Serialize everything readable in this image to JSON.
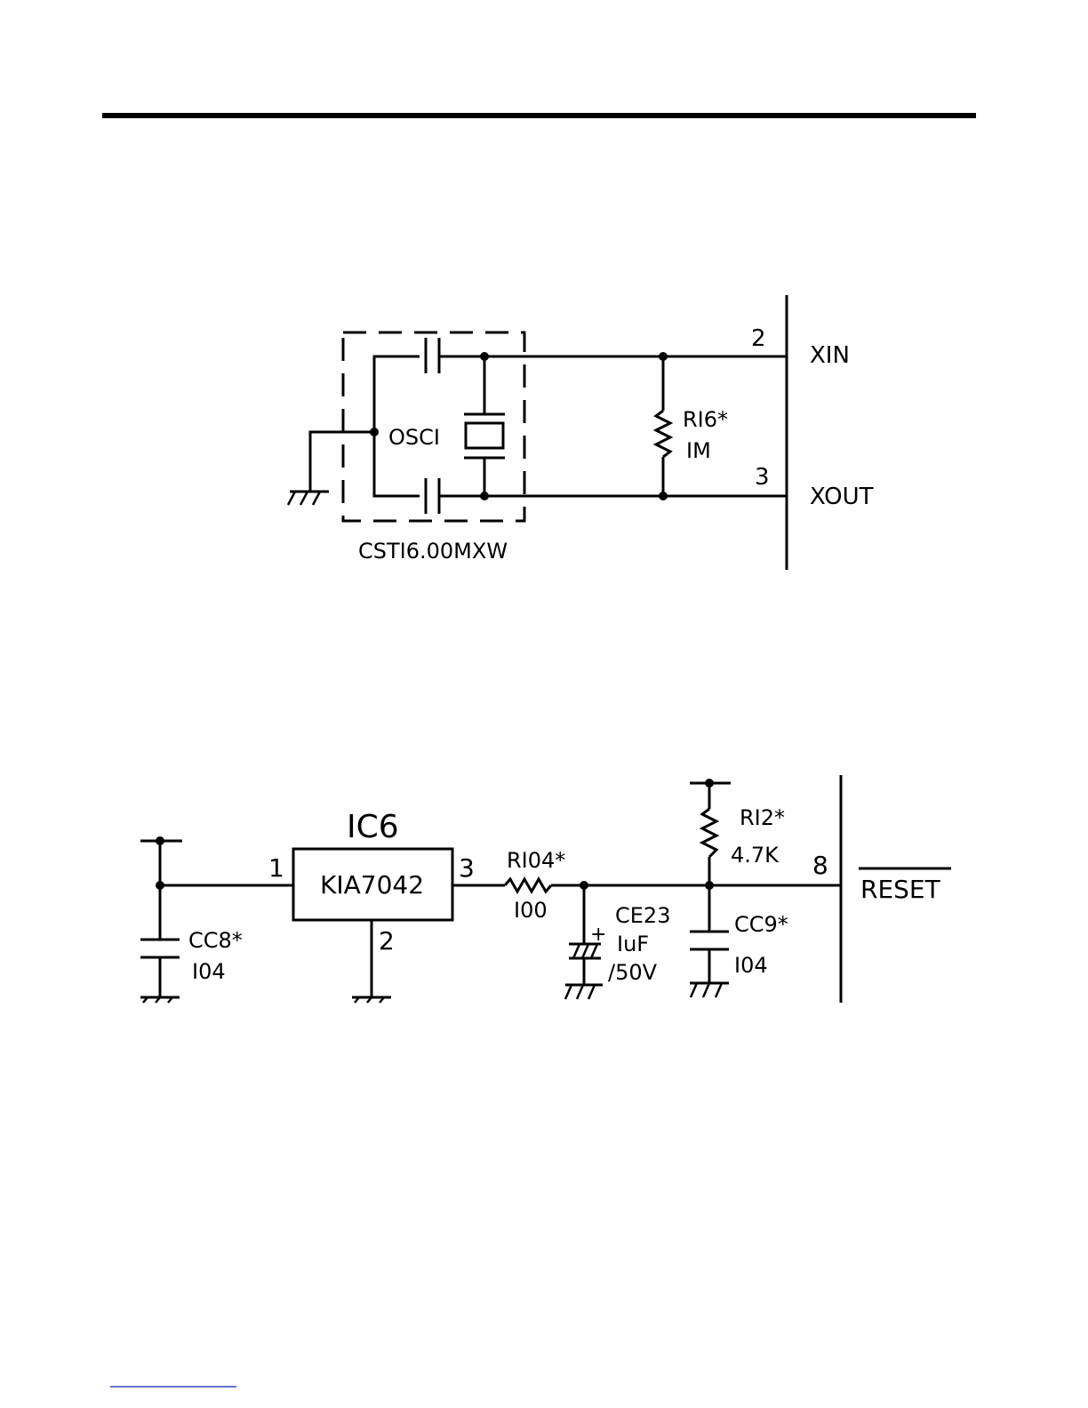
{
  "oscillator_circuit": {
    "osc_label": "OSCI",
    "part_number": "CSTI6.00MXW",
    "resistor_ref": "RI6*",
    "resistor_value": "IM",
    "pin_xin": "2",
    "pin_xout": "3",
    "net_xin": "XIN",
    "net_xout": "XOUT"
  },
  "reset_circuit": {
    "ic_ref": "IC6",
    "ic_part": "KIA7042",
    "ic_pin_in": "1",
    "ic_pin_gnd": "2",
    "ic_pin_out": "3",
    "series_resistor_ref": "RI04*",
    "series_resistor_value": "I00",
    "cap_in_ref": "CC8*",
    "cap_in_value": "I04",
    "elec_cap_ref": "CE23",
    "elec_cap_value": "IuF",
    "elec_cap_voltage": "/50V",
    "elec_cap_polarity": "+",
    "pullup_ref": "RI2*",
    "pullup_value": "4.7K",
    "cap_out_ref": "CC9*",
    "cap_out_value": "I04",
    "pin_reset": "8",
    "net_reset": "RESET"
  }
}
